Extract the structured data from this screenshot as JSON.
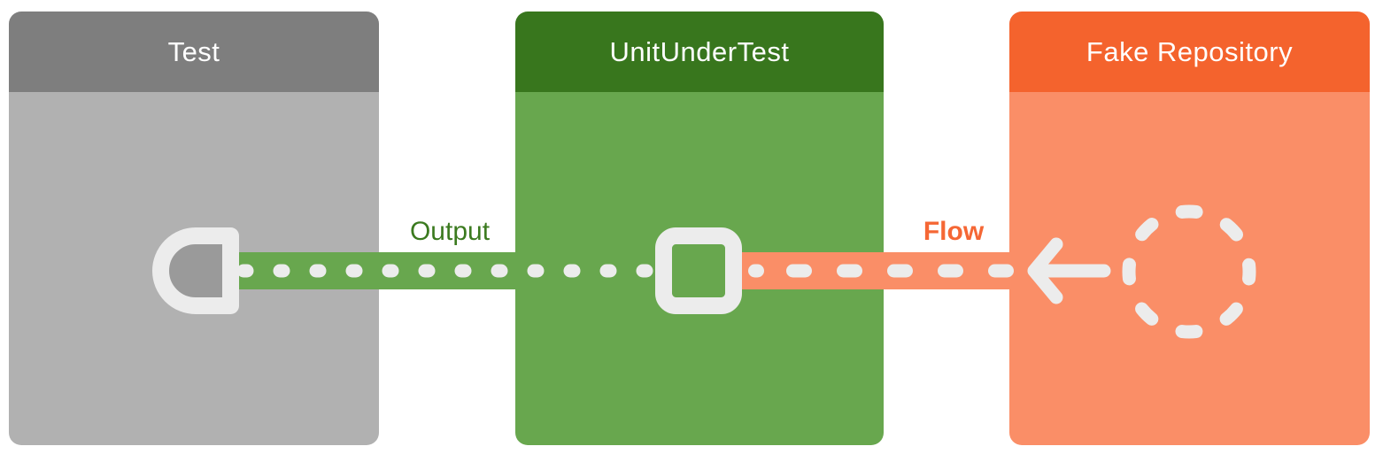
{
  "diagram": {
    "title_text_color": "#ffffff",
    "background_color": "#ffffff",
    "connector_stroke_color": "#ececec",
    "d_terminal_fill_color": "#9a9a9a",
    "boxes": [
      {
        "id": "test",
        "title": "Test",
        "header_color": "#7e7e7e",
        "body_color": "#b1b1b1"
      },
      {
        "id": "unit-under-test",
        "title": "UnitUnderTest",
        "header_color": "#38761d",
        "body_color": "#68a74e"
      },
      {
        "id": "fake-repository",
        "title": "Fake Repository",
        "header_color": "#f4632d",
        "body_color": "#fa8e67"
      }
    ],
    "connections": [
      {
        "id": "output",
        "label": "Output",
        "label_color": "#3b7a1f",
        "band_color": "#68a74e",
        "pattern": "dotted",
        "from": "UnitUnderTest",
        "to": "Test",
        "endpoint_icons": [
          "square-port-icon",
          "d-terminal-icon"
        ]
      },
      {
        "id": "flow",
        "label": "Flow",
        "label_color": "#f56735",
        "band_color": "#fa8e67",
        "pattern": "dashed",
        "from": "Fake Repository",
        "to": "UnitUnderTest",
        "direction_icon": "arrow-left-icon",
        "source_icon": "dashed-circle-icon"
      }
    ]
  }
}
